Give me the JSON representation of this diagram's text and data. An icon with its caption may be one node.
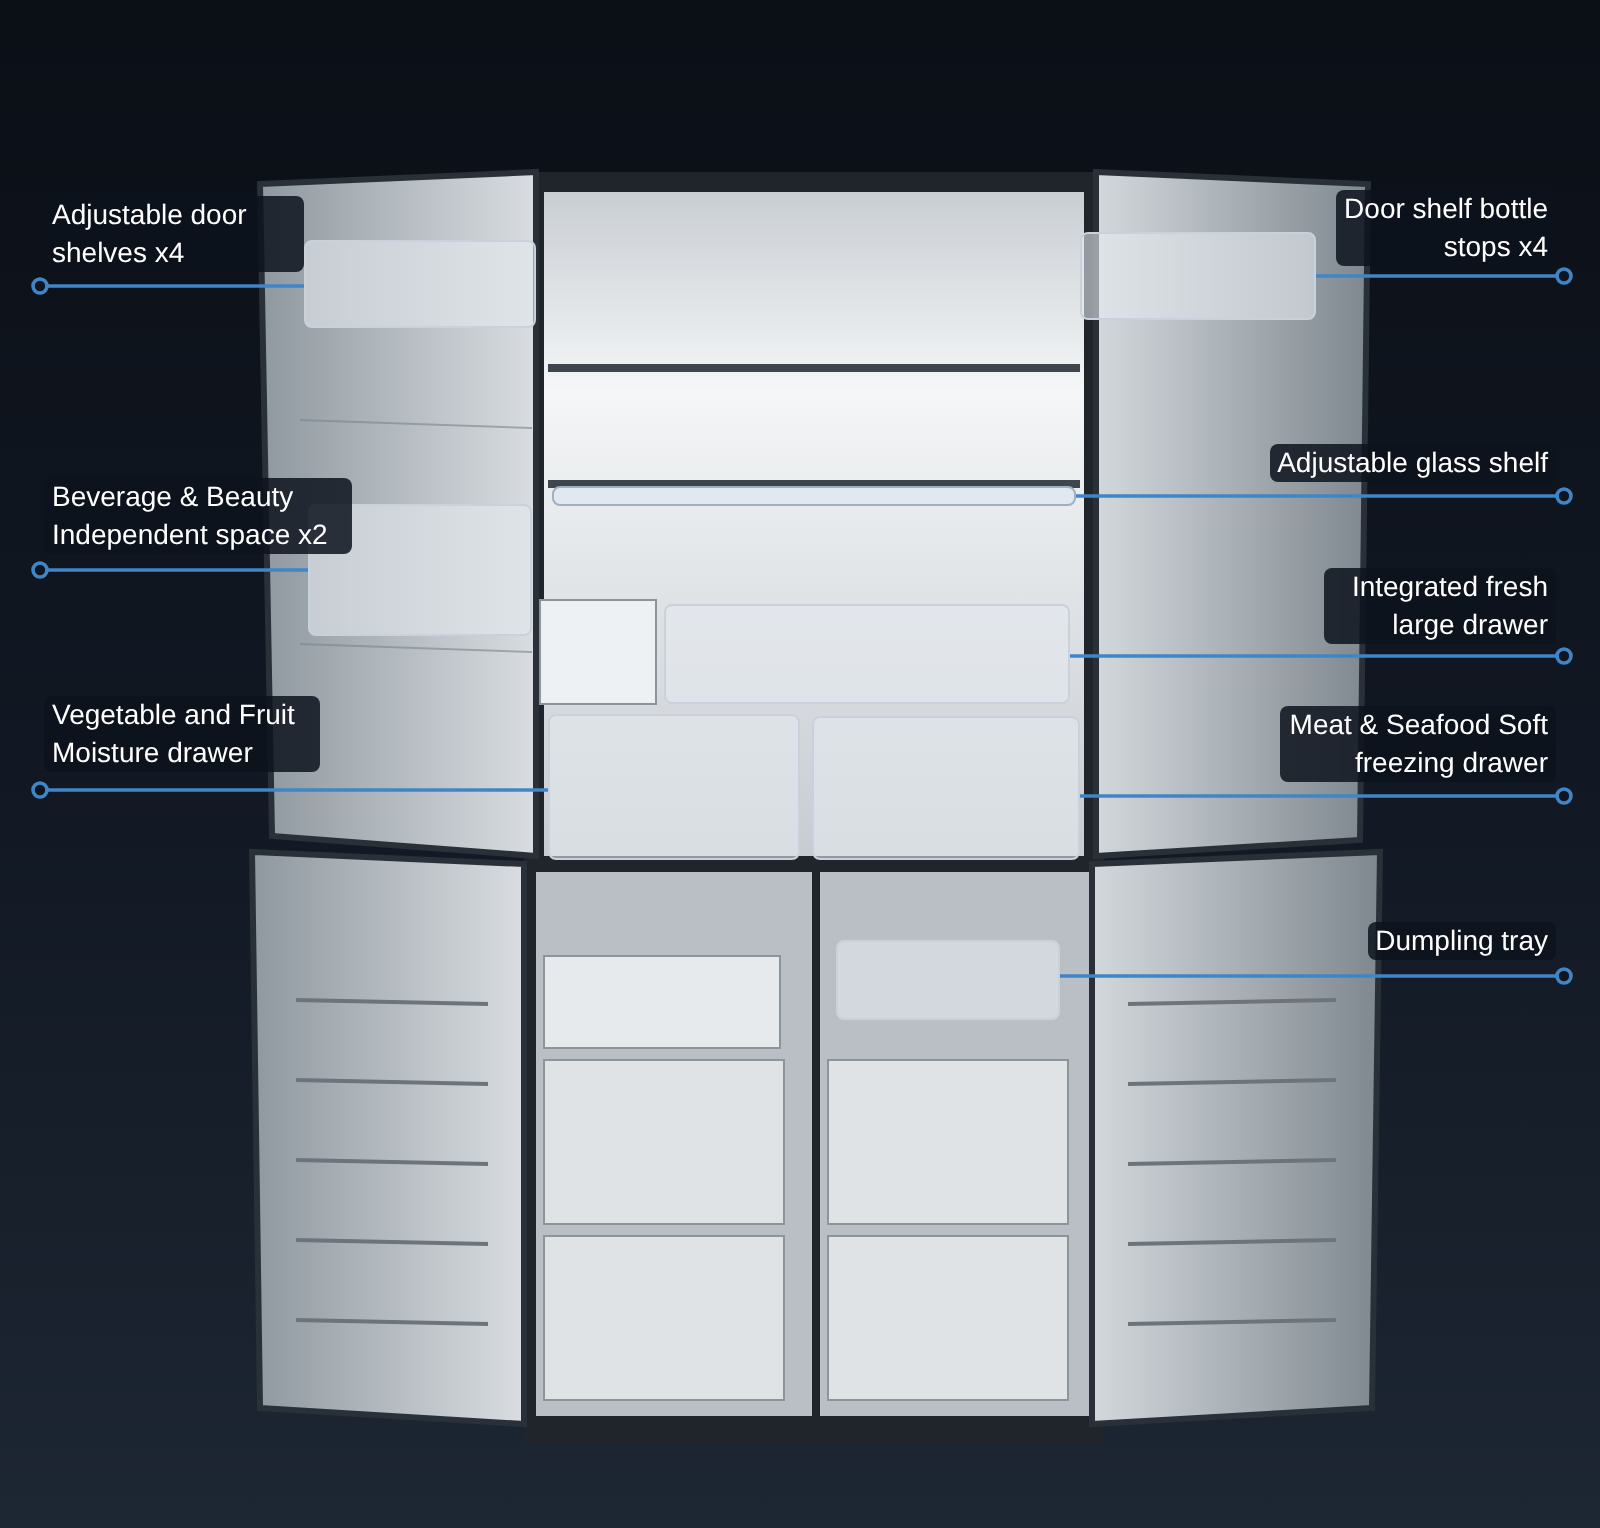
{
  "diagram": {
    "nodes": [
      {
        "text": [
          "Adjustable door shelves x4"
        ]
      },
      {
        "text": [],
        "shape": "box"
      },
      {
        "text": [
          "Beverage & Beauty Independent space x2"
        ]
      },
      {
        "text": [],
        "shape": "box"
      },
      {
        "text": [
          "Vegetable and Fruit Moisture drawer"
        ]
      },
      {
        "text": [],
        "shape": "box"
      },
      {
        "text": [
          "Door shelf bottle stops x4"
        ]
      },
      {
        "text": [],
        "shape": "box"
      },
      {
        "text": [
          "Adjustable glass shelf"
        ]
      },
      {
        "text": [],
        "shape": "bar"
      },
      {
        "text": [
          "Integrated fresh large drawer"
        ]
      },
      {
        "text": [],
        "shape": "box"
      },
      {
        "text": [
          "Meat & Seafood Soft freezing drawer"
        ]
      },
      {
        "text": [],
        "shape": "box"
      },
      {
        "text": [
          "Dumpling tray"
        ]
      },
      {
        "text": [],
        "shape": "box"
      }
    ],
    "edges": [
      {
        "from": 0,
        "to": 1,
        "arrow": "other"
      },
      {
        "from": 2,
        "to": 3,
        "arrow": "other"
      },
      {
        "from": 4,
        "to": 5,
        "arrow": "other"
      },
      {
        "from": 6,
        "to": 7,
        "arrow": "other"
      },
      {
        "from": 8,
        "to": 9,
        "arrow": "other"
      },
      {
        "from": 10,
        "to": 11,
        "arrow": "other"
      },
      {
        "from": 12,
        "to": 13,
        "arrow": "other"
      },
      {
        "from": 14,
        "to": 15,
        "arrow": "other"
      }
    ]
  }
}
